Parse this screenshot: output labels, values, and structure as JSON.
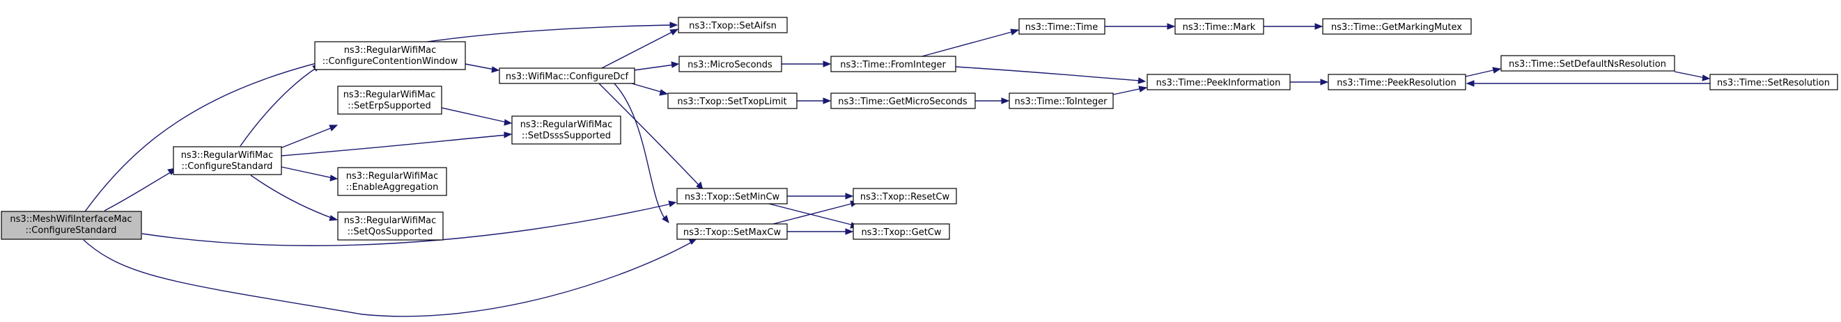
{
  "colors": {
    "edge": "#191970",
    "root_fill": "#bfbfbf",
    "node_fill": "#ffffff"
  },
  "nodes": {
    "mesh_configure_standard": {
      "lines": [
        "ns3::MeshWifiInterfaceMac",
        "::ConfigureStandard"
      ]
    },
    "regular_configure_standard": {
      "lines": [
        "ns3::RegularWifiMac",
        "::ConfigureStandard"
      ]
    },
    "configure_contention_window": {
      "lines": [
        "ns3::RegularWifiMac",
        "::ConfigureContentionWindow"
      ]
    },
    "set_erp_supported": {
      "lines": [
        "ns3::RegularWifiMac",
        "::SetErpSupported"
      ]
    },
    "set_dsss_supported": {
      "lines": [
        "ns3::RegularWifiMac",
        "::SetDsssSupported"
      ]
    },
    "enable_aggregation": {
      "lines": [
        "ns3::RegularWifiMac",
        "::EnableAggregation"
      ]
    },
    "set_qos_supported": {
      "lines": [
        "ns3::RegularWifiMac",
        "::SetQosSupported"
      ]
    },
    "configure_dcf": {
      "lines": [
        "ns3::WifiMac::ConfigureDcf"
      ]
    },
    "set_aifsn": {
      "lines": [
        "ns3::Txop::SetAifsn"
      ]
    },
    "micro_seconds": {
      "lines": [
        "ns3::MicroSeconds"
      ]
    },
    "set_txop_limit": {
      "lines": [
        "ns3::Txop::SetTxopLimit"
      ]
    },
    "set_min_cw": {
      "lines": [
        "ns3::Txop::SetMinCw"
      ]
    },
    "set_max_cw": {
      "lines": [
        "ns3::Txop::SetMaxCw"
      ]
    },
    "reset_cw": {
      "lines": [
        "ns3::Txop::ResetCw"
      ]
    },
    "get_cw": {
      "lines": [
        "ns3::Txop::GetCw"
      ]
    },
    "time_from_integer": {
      "lines": [
        "ns3::Time::FromInteger"
      ]
    },
    "time_get_micro_seconds": {
      "lines": [
        "ns3::Time::GetMicroSeconds"
      ]
    },
    "time_time": {
      "lines": [
        "ns3::Time::Time"
      ]
    },
    "time_mark": {
      "lines": [
        "ns3::Time::Mark"
      ]
    },
    "time_get_marking_mutex": {
      "lines": [
        "ns3::Time::GetMarkingMutex"
      ]
    },
    "time_to_integer": {
      "lines": [
        "ns3::Time::ToInteger"
      ]
    },
    "time_peek_information": {
      "lines": [
        "ns3::Time::PeekInformation"
      ]
    },
    "time_peek_resolution": {
      "lines": [
        "ns3::Time::PeekResolution"
      ]
    },
    "time_set_default_ns_resolution": {
      "lines": [
        "ns3::Time::SetDefaultNsResolution"
      ]
    },
    "time_set_resolution": {
      "lines": [
        "ns3::Time::SetResolution"
      ]
    }
  }
}
